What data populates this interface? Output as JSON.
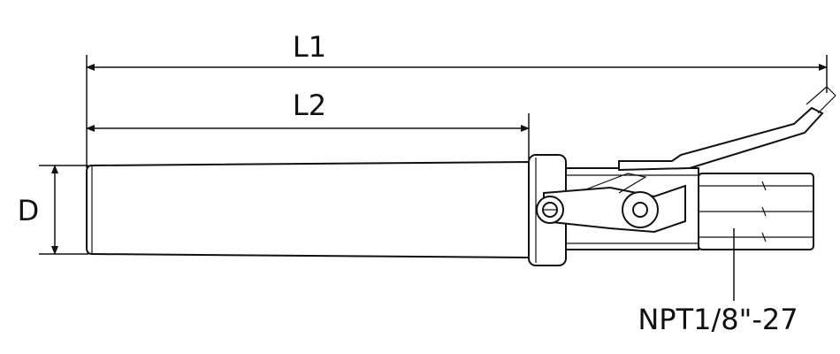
{
  "labels": {
    "L1": "L1",
    "L2": "L2",
    "D": "D",
    "thread": "NPT1/8\"-27"
  },
  "colors": {
    "line": "#111111",
    "background": "#ffffff"
  }
}
